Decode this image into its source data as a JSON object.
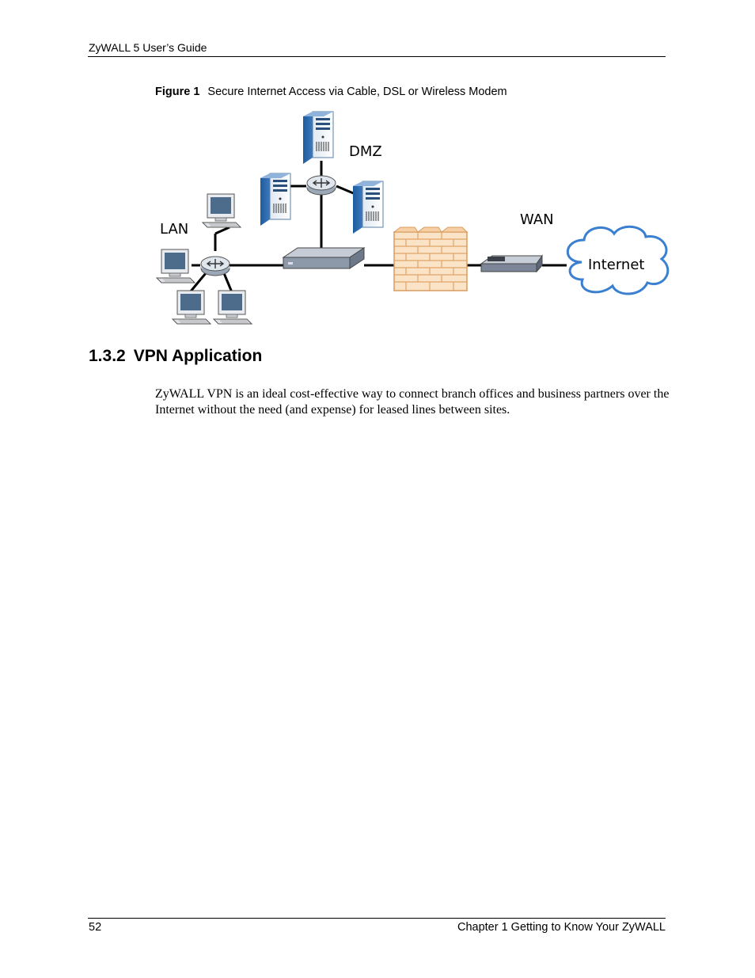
{
  "header": {
    "running_title": "ZyWALL 5 User’s Guide"
  },
  "figure": {
    "label": "Figure 1",
    "caption": "Secure Internet Access via Cable, DSL or Wireless Modem",
    "labels": {
      "dmz": "DMZ",
      "lan": "LAN",
      "wan": "WAN",
      "internet": "Internet"
    },
    "icons": [
      "server-icon",
      "hub-icon",
      "computer-icon",
      "zywall-device-icon",
      "firewall-icon",
      "modem-icon",
      "cloud-icon"
    ]
  },
  "section": {
    "number": "1.3.2",
    "title": "VPN Application",
    "body": "ZyWALL VPN is an ideal cost-effective way to connect branch offices and business partners over the Internet without the need (and expense) for leased lines between sites."
  },
  "footer": {
    "page_number": "52",
    "chapter": "Chapter 1 Getting to Know Your ZyWALL"
  }
}
